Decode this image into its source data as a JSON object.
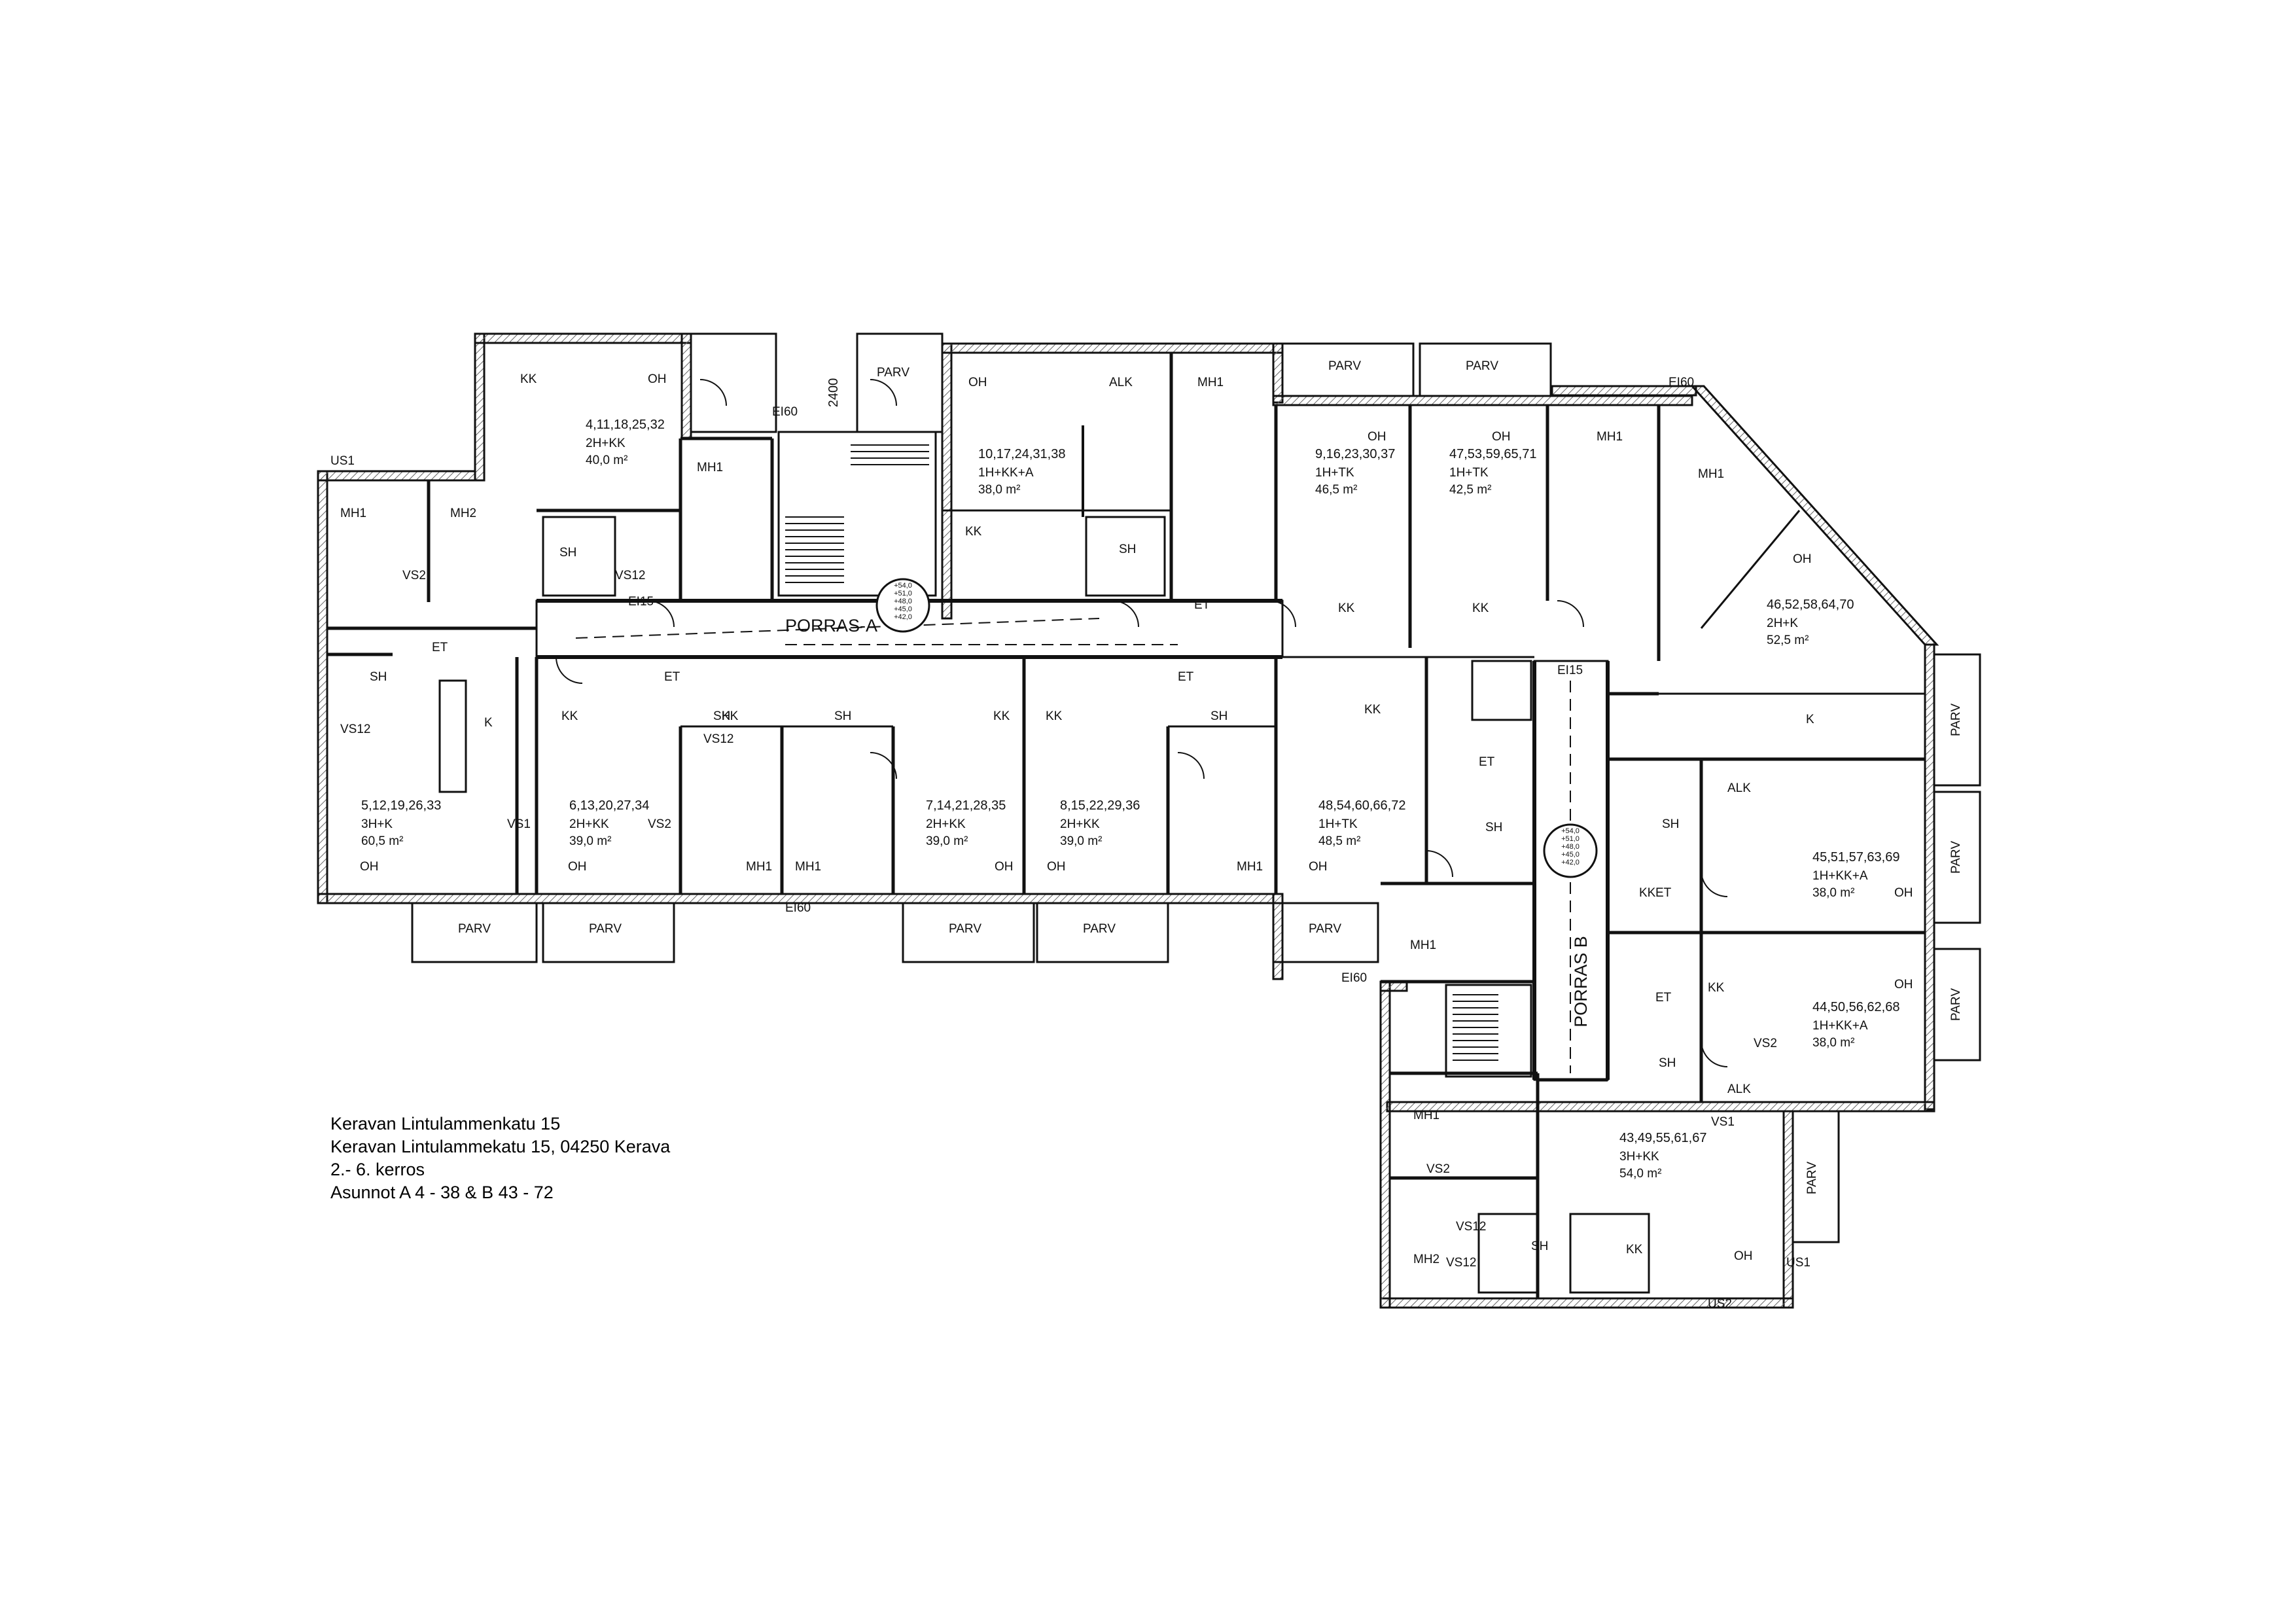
{
  "legend": {
    "line1": "Keravan Lintulammenkatu 15",
    "line2": "Keravan Lintulammekatu 15, 04250 Kerava",
    "line3": "2.- 6. kerros",
    "line4": "Asunnot A 4 - 38 & B 43 - 72"
  },
  "stairs": {
    "a": "PORRAS-A",
    "b": "PORRAS B"
  },
  "dimension": "2400",
  "apartments": [
    {
      "id": "4,11,18,25,32",
      "type": "2H+KK",
      "area": "40,0 m²"
    },
    {
      "id": "10,17,24,31,38",
      "type": "1H+KK+A",
      "area": "38,0 m²"
    },
    {
      "id": "9,16,23,30,37",
      "type": "1H+TK",
      "area": "46,5 m²"
    },
    {
      "id": "47,53,59,65,71",
      "type": "1H+TK",
      "area": "42,5 m²"
    },
    {
      "id": "46,52,58,64,70",
      "type": "2H+K",
      "area": "52,5 m²"
    },
    {
      "id": "5,12,19,26,33",
      "type": "3H+K",
      "area": "60,5 m²"
    },
    {
      "id": "6,13,20,27,34",
      "type": "2H+KK",
      "area": "39,0 m²"
    },
    {
      "id": "7,14,21,28,35",
      "type": "2H+KK",
      "area": "39,0 m²"
    },
    {
      "id": "8,15,22,29,36",
      "type": "2H+KK",
      "area": "39,0 m²"
    },
    {
      "id": "48,54,60,66,72",
      "type": "1H+TK",
      "area": "48,5 m²"
    },
    {
      "id": "45,51,57,63,69",
      "type": "1H+KK+A",
      "area": "38,0 m²"
    },
    {
      "id": "44,50,56,62,68",
      "type": "1H+KK+A",
      "area": "38,0 m²"
    },
    {
      "id": "43,49,55,61,67",
      "type": "3H+KK",
      "area": "54,0 m²"
    }
  ],
  "rooms": {
    "oh": "OH",
    "kk": "KK",
    "k": "K",
    "alk": "ALK",
    "et": "ET",
    "sh": "SH",
    "mh1": "MH1",
    "mh2": "MH2",
    "parv": "PARV",
    "vs1": "VS1",
    "vs2": "VS2",
    "vs12": "VS12",
    "us1": "US1",
    "us2": "US2",
    "ei60": "EI60",
    "ei15": "EI15"
  },
  "levels": {
    "a": [
      "+54,0",
      "+51,0",
      "+48,0",
      "+45,0",
      "+42,0"
    ],
    "b": [
      "+54,0",
      "+51,0",
      "+48,0",
      "+45,0",
      "+42,0"
    ]
  },
  "colors": {
    "wall": "#111111",
    "hatch": "#6a6a6a",
    "paper": "#ffffff"
  }
}
